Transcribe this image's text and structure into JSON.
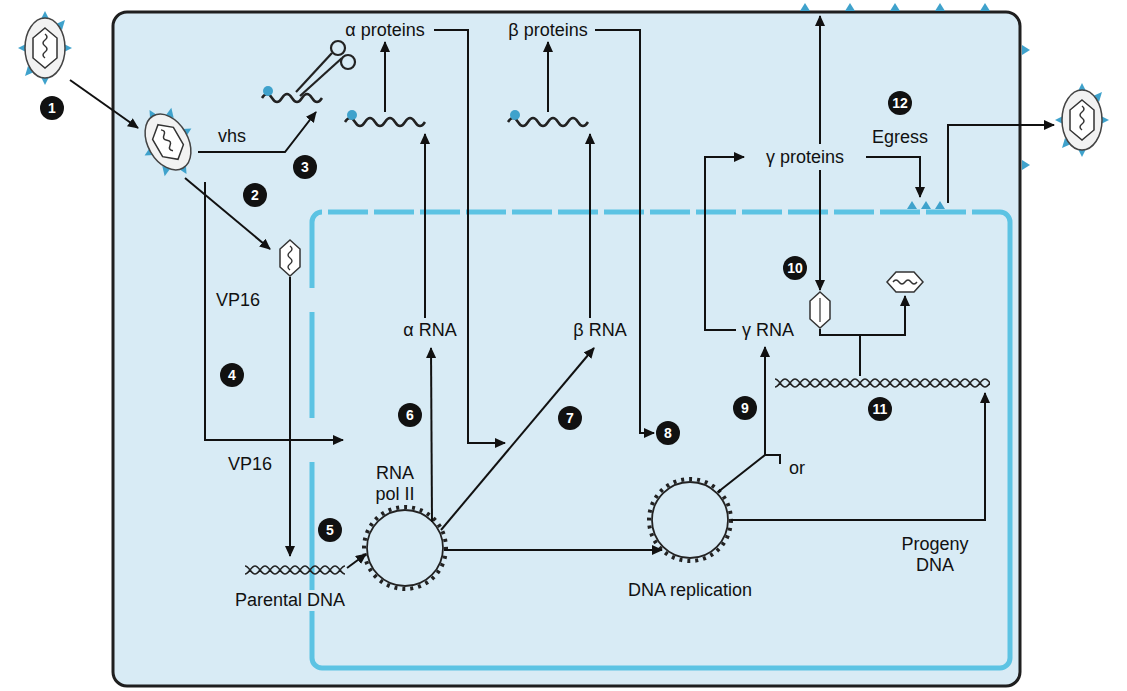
{
  "diagram": {
    "labels": [
      "α proteins",
      "β proteins",
      "12",
      "1",
      "Egress",
      "vhs",
      "γ proteins",
      "3",
      "2",
      "10",
      "VP16",
      "α RNA",
      "β RNA",
      "γ RNA",
      "4",
      "11",
      "9",
      "6",
      "7",
      "8",
      "VP16",
      "or",
      "RNA pol II",
      "5",
      "Progeny DNA",
      "DNA replication",
      "Parental DNA"
    ]
  }
}
